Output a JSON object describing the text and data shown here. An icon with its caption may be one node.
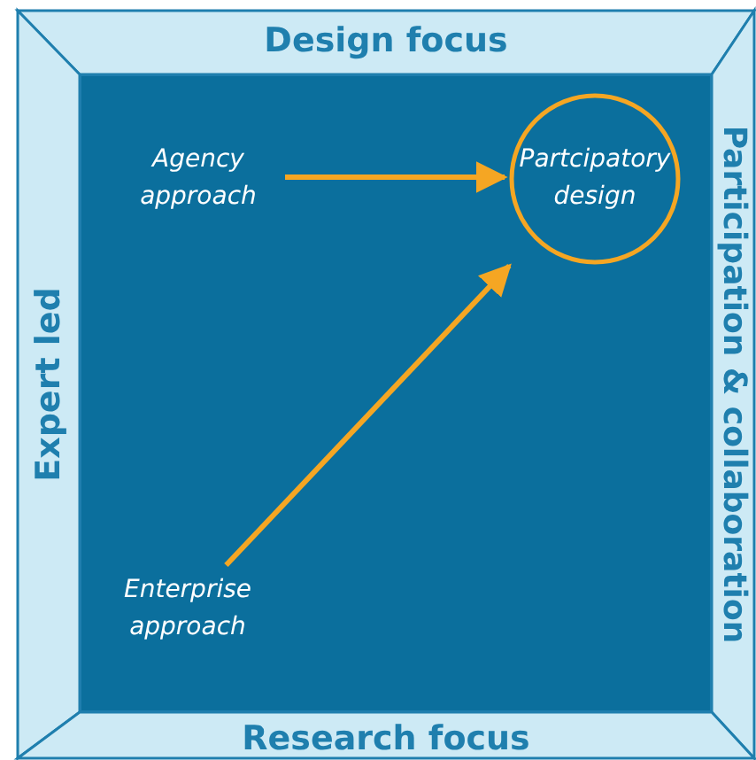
{
  "diagram": {
    "nodes": [
      {
        "text": [
          "Design focus"
        ]
      },
      {
        "text": [
          "Expert led"
        ]
      },
      {
        "text": [
          "Participation & collaboration"
        ]
      },
      {
        "text": [
          "Research focus"
        ]
      },
      {
        "text": [],
        "shape": "box"
      },
      {
        "text": [
          "Agency approach"
        ],
        "in": 4
      },
      {
        "text": [
          "Partcipatory design"
        ],
        "in": 4
      },
      {
        "text": [
          "Enterprise approach"
        ],
        "in": 4
      }
    ],
    "edges": [
      {
        "from": 5,
        "to": 6,
        "arrow": "to"
      },
      {
        "from": 7,
        "to": 6,
        "arrow": "to"
      }
    ]
  }
}
